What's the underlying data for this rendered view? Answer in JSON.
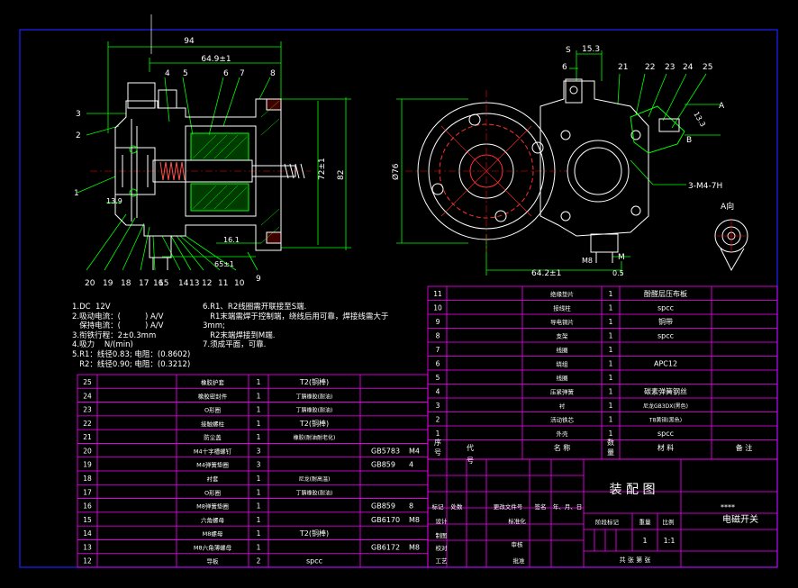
{
  "colors": {
    "background": "#000000",
    "outline": "#ffffff",
    "frame": "#2020ff",
    "table_lines": "#ff00ff",
    "dimension": "#00ff00",
    "center_line": "#ff0000",
    "hatch": "#00ff00",
    "part": "#ffffff"
  },
  "dimensions_left": {
    "d94": "94",
    "d64": "64.9±1",
    "d72": "72±1",
    "d82": "82",
    "d13_9": "13.9",
    "d16_1": "16.1",
    "d65": "65±1"
  },
  "dimensions_right": {
    "s": "S",
    "d15_3": "15.3",
    "d76": "Ø76",
    "d64_2": "64.2±1",
    "m8": "M8",
    "m": "M",
    "d0_5": "0.5",
    "thread": "3-M4-7H",
    "a_arrow": "A",
    "b_arrow": "B",
    "d13_3": "13.3",
    "view_a": "A向"
  },
  "callouts_left": [
    "1",
    "2",
    "3",
    "4",
    "5",
    "6",
    "7",
    "8",
    "9",
    "10",
    "11",
    "12",
    "13",
    "14",
    "15",
    "16",
    "17",
    "18",
    "19",
    "20"
  ],
  "callouts_right": [
    "6",
    "21",
    "22",
    "23",
    "24",
    "25"
  ],
  "notes_left": [
    "1.DC  12V",
    "2.吸动电流：(          ) A/V",
    "   保持电流：(          ) A/V",
    "3.衔铁行程：2±0.3mm",
    "4.吸力    N/(min)",
    "5.R1：线径0.83; 电阻：(0.8602)",
    "   R2：线径0.90; 电阻：(0.3212)"
  ],
  "notes_right": [
    "6.R1、R2线圈需开联接至S端.",
    "   R1末端需焊于控制端，绕线后用可靠，焊接线需大于",
    "3mm;",
    "   R2末端焊接到M端.",
    "7.须成平面，可靠."
  ],
  "table_right": {
    "rows": [
      {
        "no": "11",
        "name": "绝缘垫片",
        "qty": "1",
        "material": "酚醛层压布板",
        "note": ""
      },
      {
        "no": "10",
        "name": "接线柱",
        "qty": "1",
        "material": "spcc",
        "note": ""
      },
      {
        "no": "9",
        "name": "导电铜片",
        "qty": "1",
        "material": "铜带",
        "note": ""
      },
      {
        "no": "8",
        "name": "支架",
        "qty": "1",
        "material": "spcc",
        "note": ""
      },
      {
        "no": "7",
        "name": "线圈",
        "qty": "1",
        "material": "",
        "note": ""
      },
      {
        "no": "6",
        "name": "绕组",
        "qty": "1",
        "material": "APC12",
        "note": ""
      },
      {
        "no": "5",
        "name": "线圈",
        "qty": "1",
        "material": "",
        "note": ""
      },
      {
        "no": "4",
        "name": "压紧弹簧",
        "qty": "1",
        "material": "碳素弹簧钢丝",
        "note": ""
      },
      {
        "no": "3",
        "name": "衬",
        "qty": "1",
        "material": "尼龙GB3DX(黑色)",
        "note": ""
      },
      {
        "no": "2",
        "name": "活动铁芯",
        "qty": "1",
        "material": "T8黄铜(黑色)",
        "note": ""
      },
      {
        "no": "1",
        "name": "外壳",
        "qty": "1",
        "material": "spcc",
        "note": ""
      }
    ],
    "header": {
      "seq": "序\n号",
      "code": "代\n号",
      "name": "名        称",
      "qty": "数\n量",
      "material": "材        料",
      "note": "备    注"
    }
  },
  "table_left": {
    "rows": [
      {
        "no": "25",
        "name": "橡胶护套",
        "qty": "1",
        "std": "",
        "material": "T2(铜棒)",
        "extra": ""
      },
      {
        "no": "24",
        "name": "橡胶密封件",
        "qty": "1",
        "std": "",
        "material": "丁腈橡胶(耐油)",
        "extra": ""
      },
      {
        "no": "23",
        "name": "O形圈",
        "qty": "1",
        "std": "",
        "material": "丁腈橡胶(耐油)",
        "extra": ""
      },
      {
        "no": "22",
        "name": "接触螺柱",
        "qty": "1",
        "std": "",
        "material": "T2(铜棒)",
        "extra": ""
      },
      {
        "no": "21",
        "name": "防尘盖",
        "qty": "1",
        "std": "",
        "material": "橡胶(耐油耐老化)",
        "extra": ""
      },
      {
        "no": "20",
        "name": "M4十字槽螺钉",
        "qty": "3",
        "std": "GB5783",
        "material": "",
        "extra": "M4"
      },
      {
        "no": "19",
        "name": "M4弹簧垫圈",
        "qty": "3",
        "std": "GB859",
        "material": "",
        "extra": "4"
      },
      {
        "no": "18",
        "name": "衬套",
        "qty": "1",
        "std": "",
        "material": "尼龙(耐高温)",
        "extra": ""
      },
      {
        "no": "17",
        "name": "O形圈",
        "qty": "1",
        "std": "",
        "material": "丁腈橡胶(耐油)",
        "extra": ""
      },
      {
        "no": "16",
        "name": "M8弹簧垫圈",
        "qty": "1",
        "std": "GB859",
        "material": "",
        "extra": "8"
      },
      {
        "no": "15",
        "name": "六角螺母",
        "qty": "1",
        "std": "GB6170",
        "material": "",
        "extra": "M8"
      },
      {
        "no": "14",
        "name": "M8螺母",
        "qty": "1",
        "std": "",
        "material": "T2(铜棒)",
        "extra": ""
      },
      {
        "no": "13",
        "name": "M8六角薄螺母",
        "qty": "1",
        "std": "GB6172",
        "material": "",
        "extra": "M8"
      },
      {
        "no": "12",
        "name": "导板",
        "qty": "2",
        "std": "",
        "material": "spcc",
        "extra": ""
      }
    ]
  },
  "title_block": {
    "title": "装    配    图",
    "stars": "****",
    "part_name": "电磁开关",
    "labels": {
      "mark": "标记",
      "count": "处数",
      "change": "更改文件号",
      "sign": "签名",
      "date": "年、月、日",
      "design": "设计",
      "std": "标准化",
      "draw": "制图",
      "check": "校对",
      "review": "审核",
      "process": "工艺",
      "approve": "批准",
      "stage": "阶段标记",
      "weight": "重量",
      "scale": "比例",
      "sheets": "共      张      第      张"
    },
    "qty_value": "1",
    "scale_value": "1:1"
  }
}
